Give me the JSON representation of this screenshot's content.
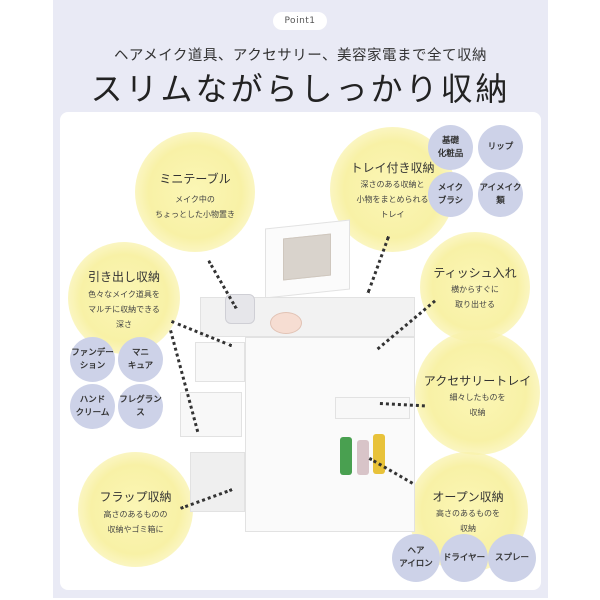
{
  "header": {
    "badge": "Point1",
    "subtitle": "ヘアメイク道具、アクセサリー、美容家電まで全て収納",
    "title": "スリムながらしっかり収納"
  },
  "features": {
    "mini_table": {
      "title": "ミニテーブル",
      "desc": [
        "メイク中の",
        "ちょっとした小物置き"
      ]
    },
    "tray": {
      "title": "トレイ付き収納",
      "desc": [
        "深さのある収納と",
        "小物をまとめられる",
        "トレイ"
      ]
    },
    "drawer": {
      "title": "引き出し収納",
      "desc": [
        "色々なメイク道具を",
        "マルチに収納できる",
        "深さ"
      ]
    },
    "tissue": {
      "title": "ティッシュ入れ",
      "desc": [
        "横からすぐに",
        "取り出せる"
      ]
    },
    "accessory_tray": {
      "title": "アクセサリートレイ",
      "desc": [
        "細々したものを",
        "収納"
      ]
    },
    "flap": {
      "title": "フラップ収納",
      "desc": [
        "高さのあるものの",
        "収納やゴミ箱に"
      ]
    },
    "open": {
      "title": "オープン収納",
      "desc": [
        "高さのあるものを",
        "収納"
      ]
    }
  },
  "chips": {
    "tray": [
      "基礎\n化粧品",
      "リップ",
      "メイク\nブラシ",
      "アイメイク\n類"
    ],
    "drawer": [
      "ファンデー\nション",
      "マニ\nキュア",
      "ハンド\nクリーム",
      "フレグランス"
    ],
    "open": [
      "ヘア\nアイロン",
      "ドライヤー",
      "スプレー"
    ]
  },
  "colors": {
    "background_panel": "#e9eaf5",
    "yellow_bubble": "#f8f1a6",
    "chip": "#cdd2e8"
  }
}
